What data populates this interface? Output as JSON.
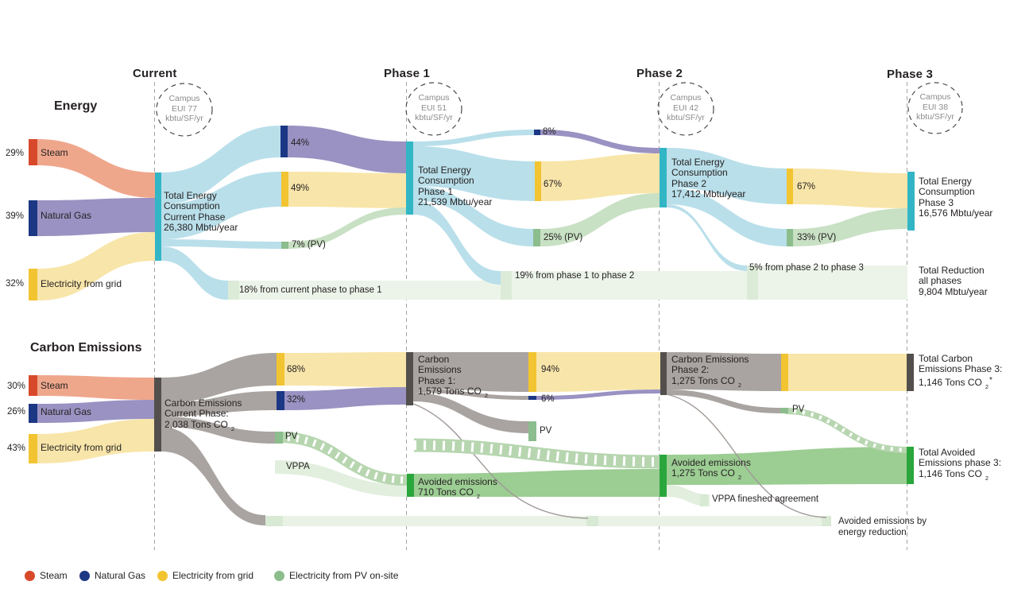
{
  "colors": {
    "steam_node": "#d8492b",
    "steam_flow": "#efa78c",
    "natural_gas_node": "#1c3784",
    "natural_gas_flow": "#9a92c2",
    "grid_node": "#f2c431",
    "grid_flow": "#f8e5a9",
    "pv_node": "#8cbd8d",
    "pv_flow": "#c8e0c3",
    "energy_total_node": "#32b6c5",
    "energy_flow": "#b9dfea",
    "reduction_band": "#ecf4e9",
    "carbon_flow": "#a9a4a1",
    "carbon_node": "#534f4c",
    "avoided_node": "#2aa63c",
    "avoided_flow": "#9ccd93",
    "vppa_flow": "#e2efde",
    "text": "#262223",
    "campus_text": "#8c8c8c"
  },
  "phases": [
    {
      "header": "Current",
      "campus": [
        "Campus",
        "EUI 77",
        "kbtu/SF/yr"
      ]
    },
    {
      "header": "Phase 1",
      "campus": [
        "Campus",
        "EUI 51",
        "kbtu/SF/yr"
      ]
    },
    {
      "header": "Phase 2",
      "campus": [
        "Campus",
        "EUI 42",
        "kbtu/SF/yr"
      ]
    },
    {
      "header": "Phase 3",
      "campus": [
        "Campus",
        "EUI 38",
        "kbtu/SF/yr"
      ]
    }
  ],
  "energy": {
    "section_title": "Energy",
    "sources": [
      {
        "pct": "29%",
        "label": "Steam"
      },
      {
        "pct": "39%",
        "label": "Natural Gas"
      },
      {
        "pct": "32%",
        "label": "Electricity from grid"
      }
    ],
    "totals": [
      {
        "l1": "Total Energy",
        "l2": "Consumption",
        "l3": "Current Phase",
        "l4": "26,380 Mbtu/year"
      },
      {
        "l1": "Total Energy",
        "l2": "Consumption",
        "l3": "Phase 1",
        "l4": "21,539 Mbtu/year"
      },
      {
        "l1": "Total Energy",
        "l2": "Consumption",
        "l3": "Phase 2",
        "l4": "17,412 Mbtu/year"
      },
      {
        "l1": "Total Energy",
        "l2": "Consumption",
        "l3": "Phase 3",
        "l4": "16,576 Mbtu/year"
      }
    ],
    "splits": {
      "phase1": [
        "44%",
        "49%",
        "7% (PV)"
      ],
      "phase2": [
        "8%",
        "67%",
        "25% (PV)"
      ],
      "phase3": [
        "67%",
        "33% (PV)"
      ]
    },
    "reductions": [
      "18% from current phase to phase 1",
      "19% from phase 1 to phase 2",
      "5% from phase 2 to phase 3"
    ],
    "total_reduction": {
      "l1": "Total Reduction",
      "l2": "all phases",
      "l3": "9,804 Mbtu/year"
    }
  },
  "carbon": {
    "section_title": "Carbon Emissions",
    "sources": [
      {
        "pct": "30%",
        "label": "Steam"
      },
      {
        "pct": "26%",
        "label": "Natural Gas"
      },
      {
        "pct": "43%",
        "label": "Electricity from grid"
      }
    ],
    "totals": [
      {
        "l1": "Carbon Emissions",
        "l2": "Current Phase:",
        "l3": "2,038 Tons CO",
        "sub": "2"
      },
      {
        "l1": "Carbon",
        "l2": "Emissions",
        "l3": "Phase 1:",
        "l4": "1,579 Tons CO",
        "sub": "2"
      },
      {
        "l1": "Carbon Emissions",
        "l2": "Phase 2:",
        "l3": "1,275 Tons CO",
        "sub": "2"
      },
      {
        "l1": "Total Carbon",
        "l2": "Emissions Phase 3:",
        "l3": "1,146 Tons CO",
        "sub": "2",
        "suffix": "*"
      }
    ],
    "splits": {
      "phase1": [
        "68%",
        "32%",
        "PV",
        "VPPA"
      ],
      "phase2": [
        "94%",
        "6%",
        "PV"
      ],
      "phase3": [
        "PV"
      ]
    },
    "avoided": [
      {
        "l1": "Avoided emissions",
        "l2": "710 Tons CO",
        "sub": "2"
      },
      {
        "l1": "Avoided emissions",
        "l2": "1,275 Tons CO",
        "sub": "2"
      },
      {
        "l1": "Total Avoided",
        "l2": "Emissions phase 3:",
        "l3": "1,146 Tons CO",
        "sub": "2"
      }
    ],
    "vppa_note": "VPPA fineshed agreement",
    "avoided_reduction": [
      "Avoided emissions by",
      "energy reduction"
    ]
  },
  "legend": {
    "items": [
      {
        "label": "Steam",
        "color": "#d8492b"
      },
      {
        "label": "Natural Gas",
        "color": "#1c3784"
      },
      {
        "label": "Electricity from grid",
        "color": "#f2c431"
      },
      {
        "label": "Electricity from PV on-site",
        "color": "#8cbd8d"
      }
    ]
  },
  "chart_data": [
    {
      "type": "sankey",
      "title": "Energy",
      "unit": "Mbtu/year",
      "phases": [
        "Current",
        "Phase 1",
        "Phase 2",
        "Phase 3"
      ],
      "campus_eui_kbtu_per_sf_yr": [
        77,
        51,
        42,
        38
      ],
      "source_mix_current": [
        {
          "source": "Steam",
          "pct": 29
        },
        {
          "source": "Natural Gas",
          "pct": 39
        },
        {
          "source": "Electricity from grid",
          "pct": 32
        }
      ],
      "total_consumption": [
        {
          "phase": "Current Phase",
          "value": 26380
        },
        {
          "phase": "Phase 1",
          "value": 21539
        },
        {
          "phase": "Phase 2",
          "value": 17412
        },
        {
          "phase": "Phase 3",
          "value": 16576
        }
      ],
      "mix_by_phase": [
        {
          "phase": "Phase 1",
          "natural_gas_pct": 44,
          "grid_electricity_pct": 49,
          "pv_pct": 7
        },
        {
          "phase": "Phase 2",
          "natural_gas_pct": 8,
          "grid_electricity_pct": 67,
          "pv_pct": 25
        },
        {
          "phase": "Phase 3",
          "grid_electricity_pct": 67,
          "pv_pct": 33
        }
      ],
      "reductions": [
        {
          "from": "Current",
          "to": "Phase 1",
          "pct": 18
        },
        {
          "from": "Phase 1",
          "to": "Phase 2",
          "pct": 19
        },
        {
          "from": "Phase 2",
          "to": "Phase 3",
          "pct": 5
        }
      ],
      "total_reduction": {
        "label": "Total Reduction all phases",
        "value": 9804
      }
    },
    {
      "type": "sankey",
      "title": "Carbon Emissions",
      "unit": "Tons CO2",
      "source_mix_current": [
        {
          "source": "Steam",
          "pct": 30
        },
        {
          "source": "Natural Gas",
          "pct": 26
        },
        {
          "source": "Electricity from grid",
          "pct": 43
        }
      ],
      "total_emissions": [
        {
          "phase": "Current Phase",
          "value": 2038
        },
        {
          "phase": "Phase 1",
          "value": 1579
        },
        {
          "phase": "Phase 2",
          "value": 1275
        },
        {
          "phase": "Phase 3",
          "value": 1146,
          "note": "*"
        }
      ],
      "mix_by_phase": [
        {
          "phase": "Phase 1",
          "grid_electricity_pct": 68,
          "natural_gas_pct": 32,
          "extra": [
            "PV",
            "VPPA"
          ]
        },
        {
          "phase": "Phase 2",
          "grid_electricity_pct": 94,
          "natural_gas_pct": 6,
          "extra": [
            "PV"
          ]
        },
        {
          "phase": "Phase 3",
          "extra": [
            "PV"
          ]
        }
      ],
      "avoided_emissions": [
        {
          "phase": "Phase 1",
          "value": 710
        },
        {
          "phase": "Phase 2",
          "value": 1275
        },
        {
          "phase": "Phase 3",
          "label": "Total Avoided Emissions phase 3",
          "value": 1146
        }
      ],
      "annotations": [
        "VPPA fineshed agreement",
        "Avoided emissions by energy reduction"
      ]
    }
  ]
}
